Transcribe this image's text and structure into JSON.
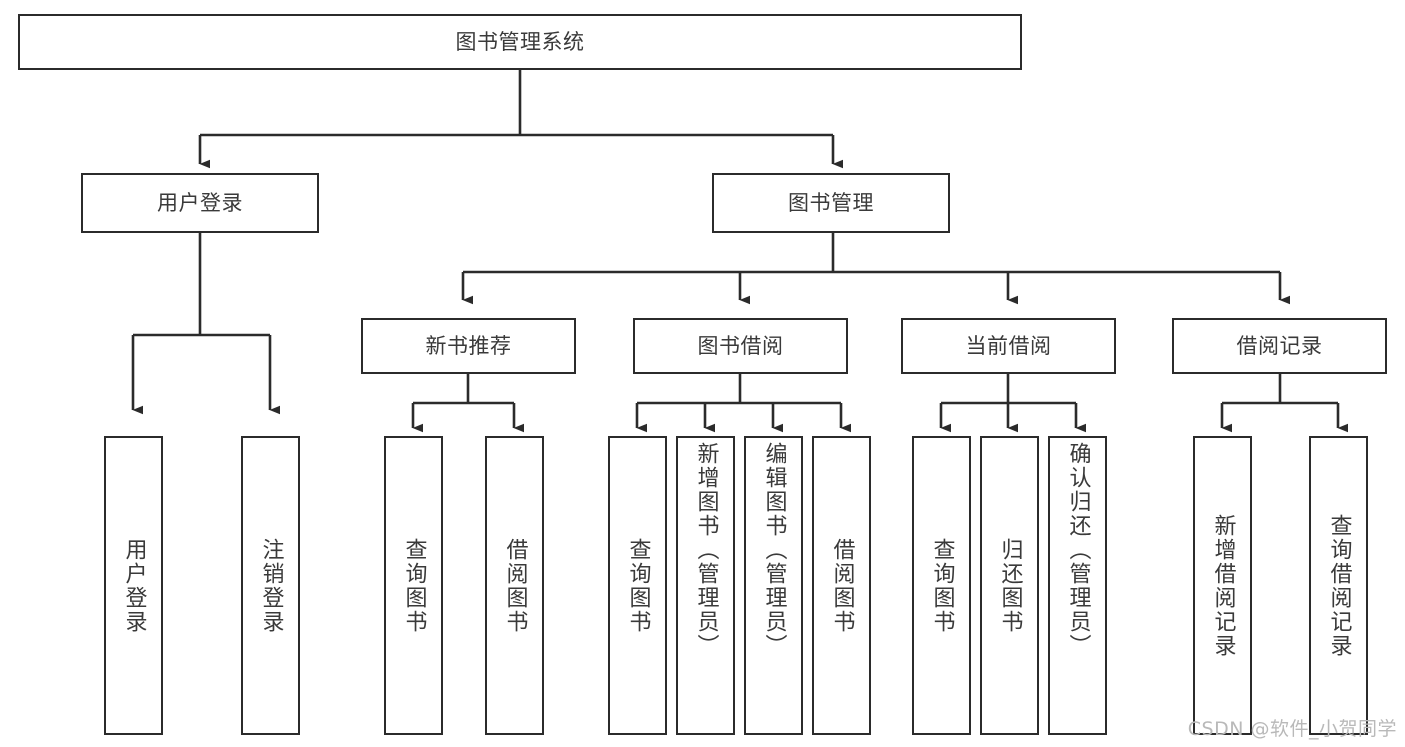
{
  "diagram": {
    "type": "tree-hierarchy",
    "title": "图书管理系统",
    "watermark": "CSDN @软件_小贺同学",
    "colors": {
      "stroke": "#2b2b2b",
      "text": "#3a3a3a",
      "background": "#ffffff",
      "watermark": "#b9b9b9"
    },
    "nodes": {
      "root": {
        "label": "图书管理系统"
      },
      "level2": [
        {
          "id": "user-login",
          "label": "用户登录"
        },
        {
          "id": "book-management",
          "label": "图书管理"
        }
      ],
      "level3": [
        {
          "id": "new-book-recommend",
          "label": "新书推荐"
        },
        {
          "id": "book-borrow",
          "label": "图书借阅"
        },
        {
          "id": "current-borrow",
          "label": "当前借阅"
        },
        {
          "id": "borrow-record",
          "label": "借阅记录"
        }
      ],
      "leaves": {
        "user-login": [
          {
            "id": "leaf-user-login",
            "label": "用户登录"
          },
          {
            "id": "leaf-logout",
            "label": "注销登录"
          }
        ],
        "new-book-recommend": [
          {
            "id": "leaf-query-book-1",
            "label": "查询图书"
          },
          {
            "id": "leaf-borrow-book-1",
            "label": "借阅图书"
          }
        ],
        "book-borrow": [
          {
            "id": "leaf-query-book-2",
            "label": "查询图书"
          },
          {
            "id": "leaf-add-book",
            "label": "新增图书（管理员）"
          },
          {
            "id": "leaf-edit-book",
            "label": "编辑图书（管理员）"
          },
          {
            "id": "leaf-borrow-book-2",
            "label": "借阅图书"
          }
        ],
        "current-borrow": [
          {
            "id": "leaf-query-book-3",
            "label": "查询图书"
          },
          {
            "id": "leaf-return-book",
            "label": "归还图书"
          },
          {
            "id": "leaf-confirm-return",
            "label": "确认归还（管理员）"
          }
        ],
        "borrow-record": [
          {
            "id": "leaf-add-record",
            "label": "新增借阅记录"
          },
          {
            "id": "leaf-query-record",
            "label": "查询借阅记录"
          }
        ]
      }
    },
    "edges": [
      {
        "from": "图书管理系统",
        "to": "用户登录"
      },
      {
        "from": "图书管理系统",
        "to": "图书管理"
      },
      {
        "from": "用户登录",
        "to": "用户登录"
      },
      {
        "from": "用户登录",
        "to": "注销登录"
      },
      {
        "from": "图书管理",
        "to": "新书推荐"
      },
      {
        "from": "图书管理",
        "to": "图书借阅"
      },
      {
        "from": "图书管理",
        "to": "当前借阅"
      },
      {
        "from": "图书管理",
        "to": "借阅记录"
      },
      {
        "from": "新书推荐",
        "to": "查询图书"
      },
      {
        "from": "新书推荐",
        "to": "借阅图书"
      },
      {
        "from": "图书借阅",
        "to": "查询图书"
      },
      {
        "from": "图书借阅",
        "to": "新增图书（管理员）"
      },
      {
        "from": "图书借阅",
        "to": "编辑图书（管理员）"
      },
      {
        "from": "图书借阅",
        "to": "借阅图书"
      },
      {
        "from": "当前借阅",
        "to": "查询图书"
      },
      {
        "from": "当前借阅",
        "to": "归还图书"
      },
      {
        "from": "当前借阅",
        "to": "确认归还（管理员）"
      },
      {
        "from": "借阅记录",
        "to": "新增借阅记录"
      },
      {
        "from": "借阅记录",
        "to": "查询借阅记录"
      }
    ]
  }
}
